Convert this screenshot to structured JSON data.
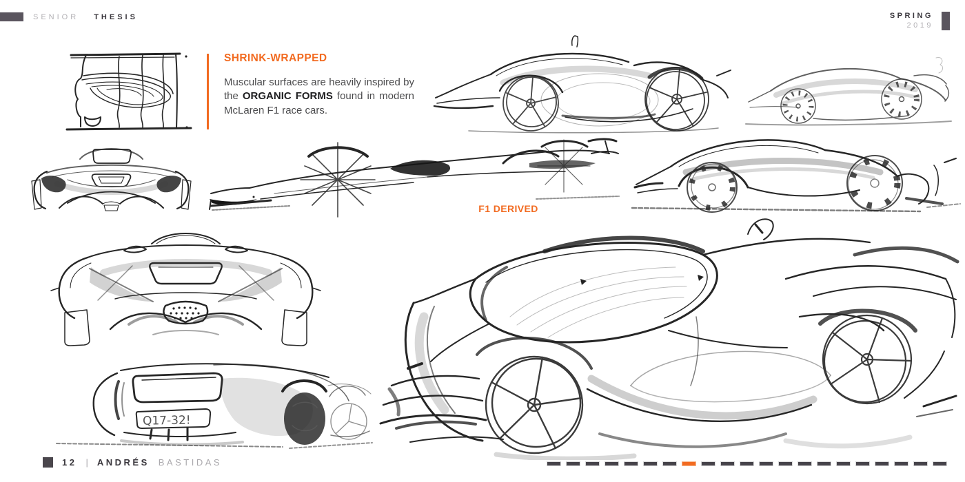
{
  "page": {
    "accent_color": "#F26B21",
    "dark_text_color": "#3A373D",
    "light_text_color": "#B3B1B5"
  },
  "header": {
    "left": {
      "label_light": "SENIOR",
      "label_bold": "THESIS"
    },
    "right": {
      "label_bold": "SPRING",
      "label_light": "2019"
    }
  },
  "callout": {
    "title": "SHRINK-WRAPPED",
    "body_pre": "Muscular surfaces are heavily inspired by the ",
    "body_bold": "ORGANIC FORMS",
    "body_post": " found in modern McLaren F1 race cars."
  },
  "labels": {
    "f1_derived": "F1 DERIVED"
  },
  "sketch_annotations": {
    "plate_scribble": "Q17-32!"
  },
  "footer": {
    "page_number": "12",
    "separator": "|",
    "author_first": "ANDRÉS",
    "author_last": "BASTIDAS",
    "progress": {
      "count": 21,
      "active_index": 7
    }
  }
}
